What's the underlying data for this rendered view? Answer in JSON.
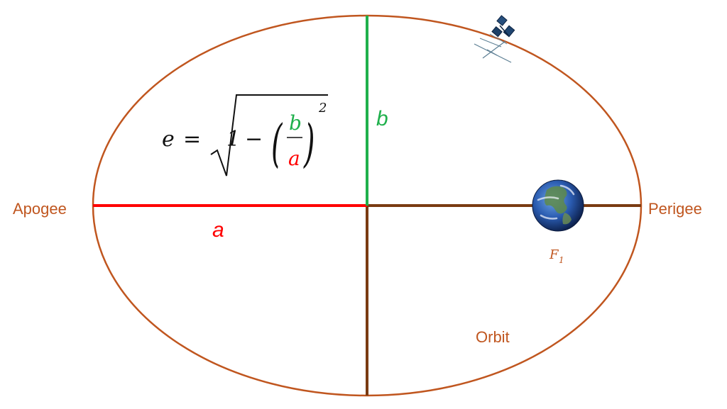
{
  "labels": {
    "apogee": "Apogee",
    "perigee": "Perigee",
    "orbit": "Orbit",
    "semi_major": "a",
    "semi_minor": "b",
    "focus_main": "F",
    "focus_sub": "1"
  },
  "formula": {
    "lhs": "e",
    "equals": "=",
    "one": "1",
    "minus": "−",
    "numerator": "b",
    "denominator": "a",
    "exponent": "2",
    "paren_open": "(",
    "paren_close": ")"
  },
  "colors": {
    "orbit": "#c0561f",
    "semi_major": "#ff0000",
    "semi_minor": "#1fb04c",
    "axis": "#7a3b12",
    "label": "#c0561f",
    "formula": "#111111"
  },
  "icons": {
    "earth": "earth-icon",
    "satellite": "satellite-icon"
  }
}
